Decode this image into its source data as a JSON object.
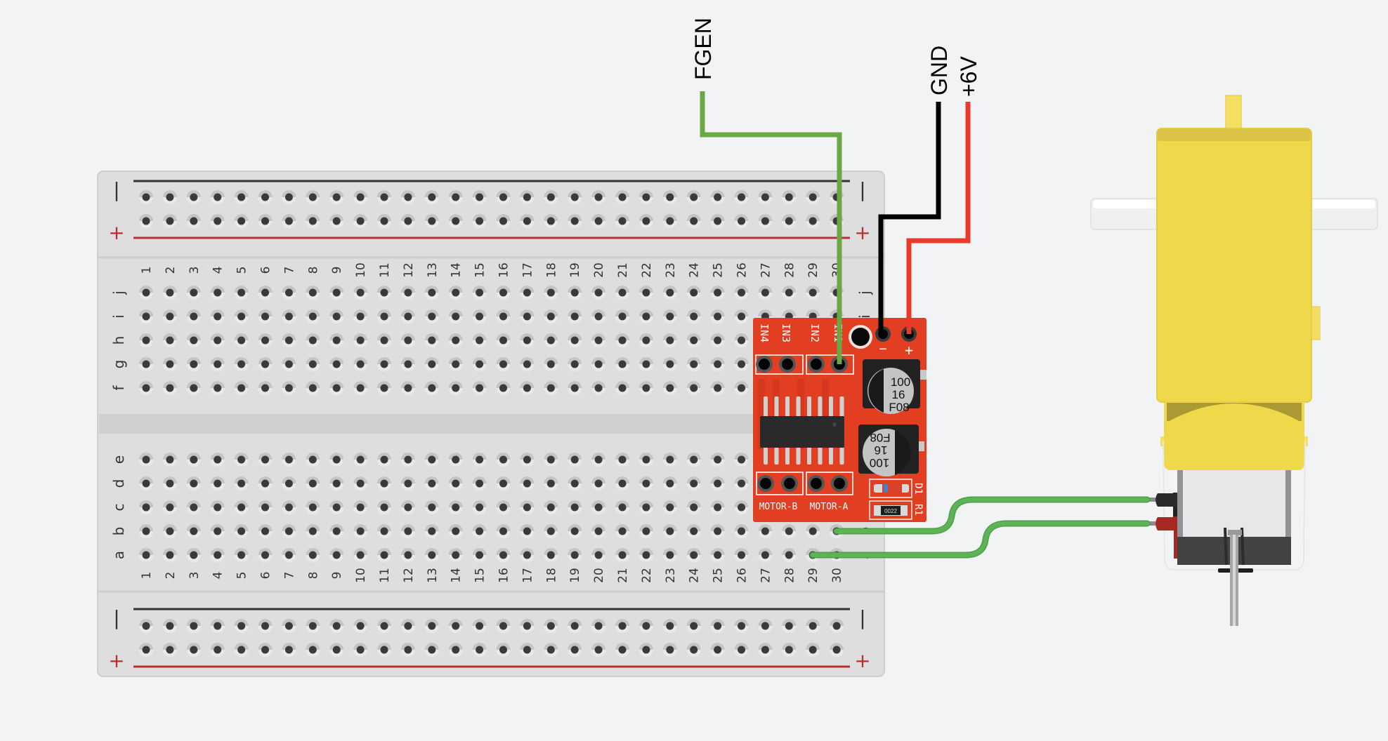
{
  "labels": {
    "fgen": "FGEN",
    "gnd": "GND",
    "vplus": "+6V"
  },
  "breadboard": {
    "columns": [
      "1",
      "2",
      "3",
      "4",
      "5",
      "6",
      "7",
      "8",
      "9",
      "10",
      "11",
      "12",
      "13",
      "14",
      "15",
      "16",
      "17",
      "18",
      "19",
      "20",
      "21",
      "22",
      "23",
      "24",
      "25",
      "26",
      "27",
      "28",
      "29",
      "30"
    ],
    "top_rows": [
      "j",
      "i",
      "h",
      "g",
      "f"
    ],
    "bottom_rows": [
      "e",
      "d",
      "c",
      "b",
      "a"
    ],
    "rail_minus": "−",
    "rail_plus": "+"
  },
  "driver_board": {
    "input_labels": [
      "IN4",
      "IN3",
      "IN2",
      "IN1"
    ],
    "power_minus": "−",
    "power_plus": "+",
    "motor_b": "MOTOR-B",
    "motor_a": "MOTOR-A",
    "cap_top": [
      "100",
      "16",
      "F08"
    ],
    "cap_bottom": [
      "100",
      "16",
      "F08"
    ],
    "d1": "D1",
    "r1": "R1",
    "resistor_code": "0022"
  },
  "colors": {
    "background": "#f2f3f5",
    "breadboard": "#dedede",
    "wire_green": "#6aa843",
    "wire_green_motor": "#5db355",
    "wire_black": "#000000",
    "wire_red": "#ea3a2c",
    "rail_red": "#b8312f",
    "pcb_red": "#e23f22",
    "motor_yellow": "#efd94a"
  }
}
